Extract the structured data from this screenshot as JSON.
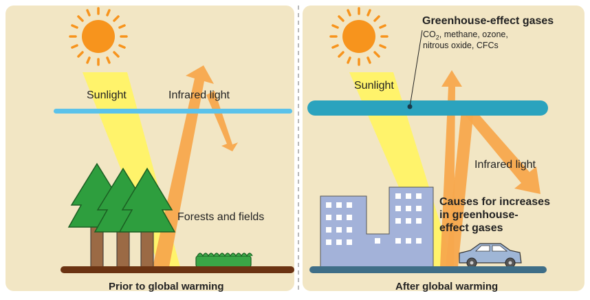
{
  "left_panel": {
    "sunlight_label": "Sunlight",
    "infrared_label": "Infrared light",
    "ground_label": "Forests and fields",
    "caption": "Prior to global warming"
  },
  "right_panel": {
    "sunlight_label": "Sunlight",
    "infrared_label": "Infrared light",
    "gases_title": "Greenhouse-effect gases",
    "gases_list_line1_prefix": "CO",
    "gases_list_line1_sub": "2",
    "gases_list_line1_suffix": ", methane, ozone,",
    "gases_list_line2": "nitrous oxide, CFCs",
    "causes_line1": "Causes for increases",
    "causes_line2": "in greenhouse-",
    "causes_line3": "effect gases",
    "caption": "After global warming"
  },
  "colors": {
    "background": "#f2e6c4",
    "sun": "#f7941d",
    "sunbeam": "#fff36b",
    "infrared": "#f7a84d",
    "atmosphere_thin": "#5bc2ea",
    "atmosphere_thick": "#2ba3be",
    "tree": "#2e9e3e",
    "trunk": "#9b6a45",
    "ground_left": "#6b3312",
    "ground_right": "#3f6e87",
    "building": "#a3b2d9",
    "car": "#9fb6d6"
  }
}
